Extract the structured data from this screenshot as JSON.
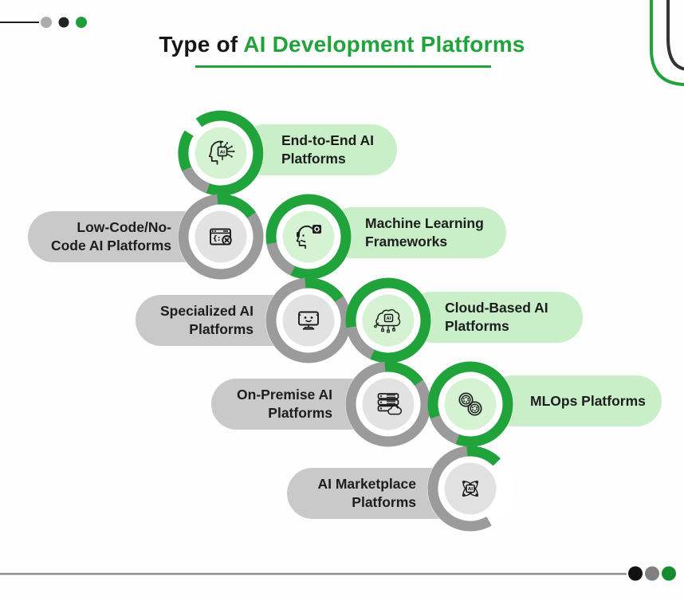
{
  "title": {
    "prefix": "Type of",
    "highlight": "AI Development Platforms"
  },
  "colors": {
    "green": "#21a33c",
    "green_light": "#c8efc8",
    "green_tint": "#d5f3d3",
    "gray": "#9b9b9b",
    "gray_light": "#c9c9c9",
    "gray_tint": "#e2e2e2",
    "ink": "#1c1c1c"
  },
  "decorations": {
    "top_dots": [
      "#ababab",
      "#222222",
      "#1d9e38"
    ],
    "bottom_dots": [
      "#111111",
      "#808080",
      "#168c2e"
    ],
    "corner_outer": "#21a33c",
    "corner_inner": "#333333",
    "line_color": "#8f8f8f"
  },
  "items": [
    {
      "label": "End-to-End AI Platforms",
      "lines": [
        "End-to-End AI",
        "Platforms"
      ],
      "side": "right",
      "theme": "green",
      "icon": "head-chip-icon"
    },
    {
      "label": "Low-Code/No-Code AI Platforms",
      "lines": [
        "Low-Code/No-",
        "Code AI Platforms"
      ],
      "side": "left",
      "theme": "gray",
      "icon": "code-window-icon"
    },
    {
      "label": "Machine Learning Frameworks",
      "lines": [
        "Machine Learning",
        "Frameworks"
      ],
      "side": "right",
      "theme": "green",
      "icon": "head-gear-icon"
    },
    {
      "label": "Specialized AI Platforms",
      "lines": [
        "Specialized AI",
        "Platforms"
      ],
      "side": "left",
      "theme": "gray",
      "icon": "monitor-bot-icon"
    },
    {
      "label": "Cloud-Based AI Platforms",
      "lines": [
        "Cloud-Based AI",
        "Platforms"
      ],
      "side": "right",
      "theme": "green",
      "icon": "cloud-ai-icon"
    },
    {
      "label": "On-Premise AI Platforms",
      "lines": [
        "On-Premise AI",
        "Platforms"
      ],
      "side": "left",
      "theme": "gray",
      "icon": "server-cloud-icon"
    },
    {
      "label": "MLOps Platforms",
      "lines": [
        "MLOps Platforms"
      ],
      "side": "right",
      "theme": "green",
      "icon": "infinity-gears-icon"
    },
    {
      "label": "AI Marketplace Platforms",
      "lines": [
        "AI Marketplace",
        "Platforms"
      ],
      "side": "left",
      "theme": "gray",
      "icon": "ai-atom-icon"
    }
  ]
}
